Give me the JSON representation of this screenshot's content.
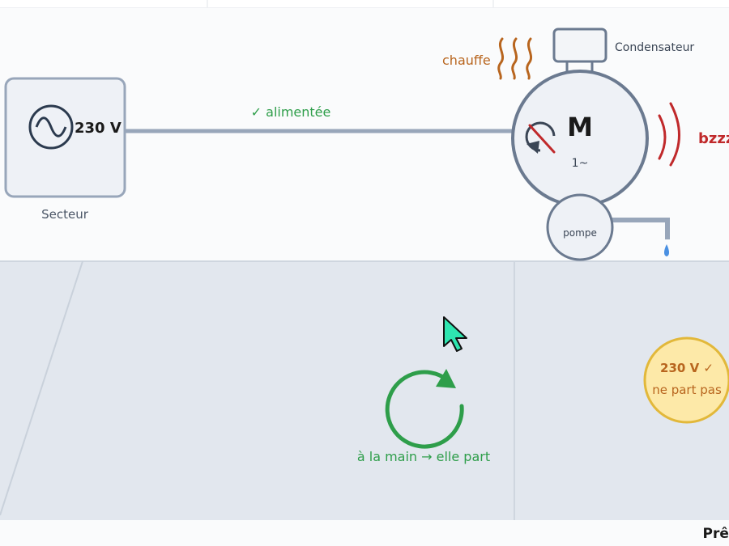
{
  "source": {
    "voltage": "230 V",
    "label": "Secteur"
  },
  "wire": {
    "status": "✓ alimentée"
  },
  "motor": {
    "symbol": "M",
    "phase": "1~",
    "heat_label": "chauffe",
    "noise_label": "bzzz",
    "capacitor_label": "Condensateur",
    "pump_label": "pompe"
  },
  "hint": {
    "text": "à la main → elle part"
  },
  "badge": {
    "line1": "230 V ✓",
    "line2": "ne part pas"
  },
  "status_text": "Prêt",
  "colors": {
    "ok": "#2e9e4a",
    "heat": "#b8651e",
    "noise": "#c0292b",
    "stroke": "#6b7a90",
    "badge_fill": "#fde9a8",
    "badge_border": "#e2b83a",
    "badge_text": "#b8651e",
    "cursor": "#2ee6b0"
  }
}
